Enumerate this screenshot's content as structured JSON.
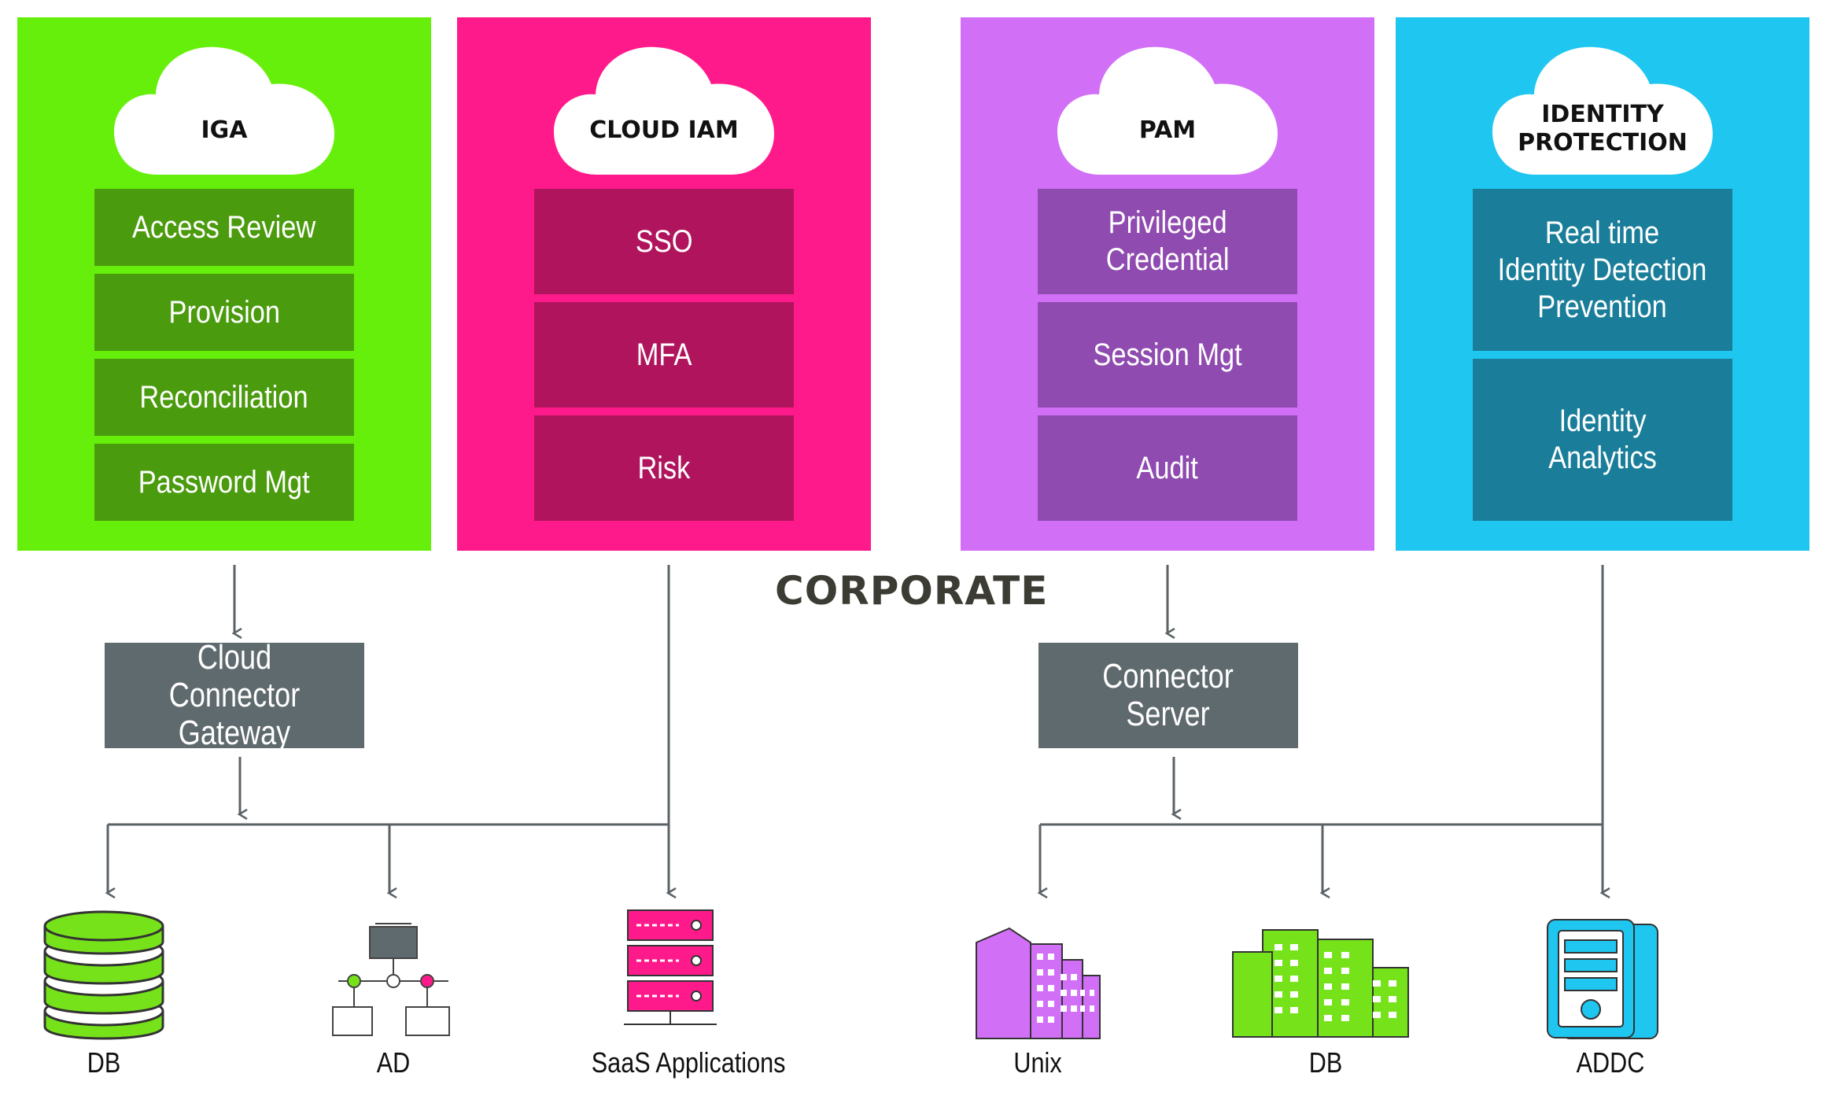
{
  "colors": {
    "iga": "#67ef0c",
    "iga_block": "#4b9b0e",
    "cloud_iam": "#ff1a8c",
    "cloud_iam_block": "#b0145d",
    "pam": "#d26ff7",
    "pam_block": "#8f4bb0",
    "identity_protection": "#1ec6f0",
    "identity_protection_block": "#1a7e9a",
    "gateway": "#5f6a6e",
    "wire": "#5b6266"
  },
  "panels": [
    {
      "cloud": "IGA",
      "items": [
        "Access Review",
        "Provision",
        "Reconciliation",
        "Password Mgt"
      ]
    },
    {
      "cloud": "CLOUD IAM",
      "items": [
        "SSO",
        "MFA",
        "Risk"
      ]
    },
    {
      "cloud": "PAM",
      "items": [
        "Privileged\nCredential",
        "Session Mgt",
        "Audit"
      ]
    },
    {
      "cloud": "IDENTITY\nPROTECTION",
      "items": [
        "Real time\nIdentity Detection\nPrevention",
        "Identity\nAnalytics"
      ]
    }
  ],
  "corporate": "CORPORATE",
  "gateways": {
    "cloud_connector": "Cloud Connector\nGateway",
    "connector_server": "Connector\nServer"
  },
  "targets": {
    "db_left": "DB",
    "ad": "AD",
    "saas": "SaaS Applications",
    "unix": "Unix",
    "db_right": "DB",
    "addc": "ADDC"
  }
}
